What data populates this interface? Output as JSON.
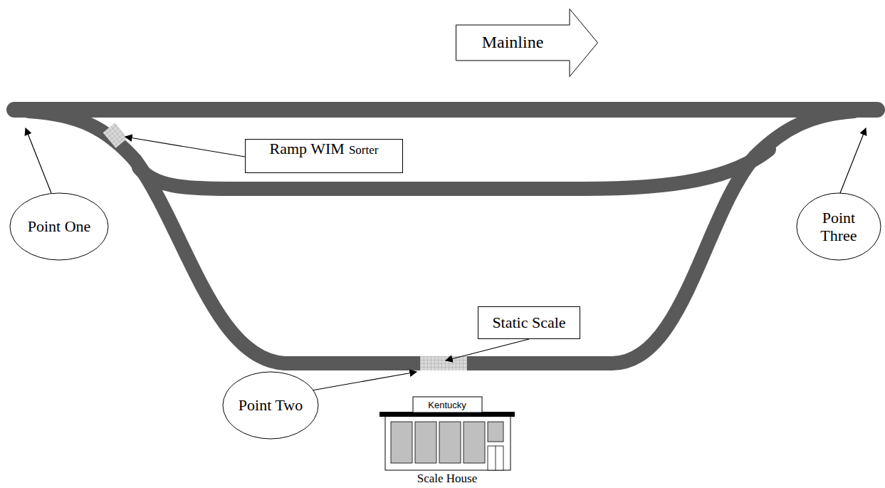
{
  "diagram": {
    "nodes": [
      {
        "text": [
          "Mainline"
        ]
      },
      {
        "text": [
          "Ramp WIM",
          "Sorter"
        ]
      },
      {
        "text": [
          "Point One"
        ]
      },
      {
        "text": [
          "Point Three"
        ]
      },
      {
        "text": [
          "Static Scale"
        ]
      },
      {
        "text": [
          "Point Two"
        ]
      }
    ],
    "labels": [
      "Kentucky",
      "Scale House"
    ]
  }
}
